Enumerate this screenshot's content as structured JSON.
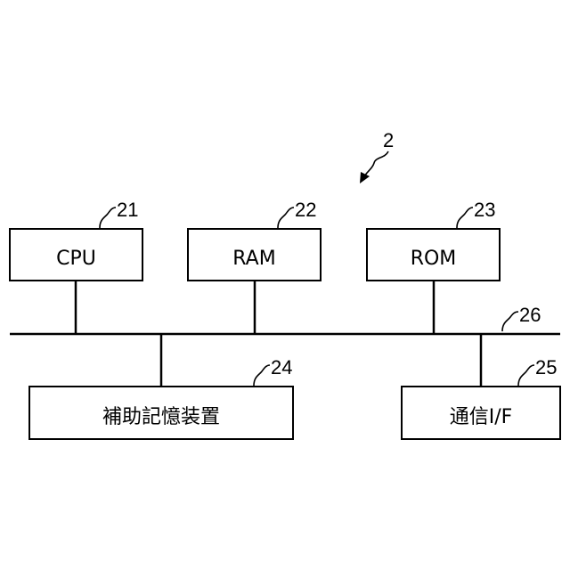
{
  "figure_ref": "2",
  "blocks": {
    "cpu": {
      "label": "CPU",
      "ref": "21"
    },
    "ram": {
      "label": "RAM",
      "ref": "22"
    },
    "rom": {
      "label": "ROM",
      "ref": "23"
    },
    "storage": {
      "label": "補助記憶装置",
      "ref": "24"
    },
    "comm": {
      "label": "通信I/F",
      "ref": "25"
    }
  },
  "bus": {
    "ref": "26"
  }
}
